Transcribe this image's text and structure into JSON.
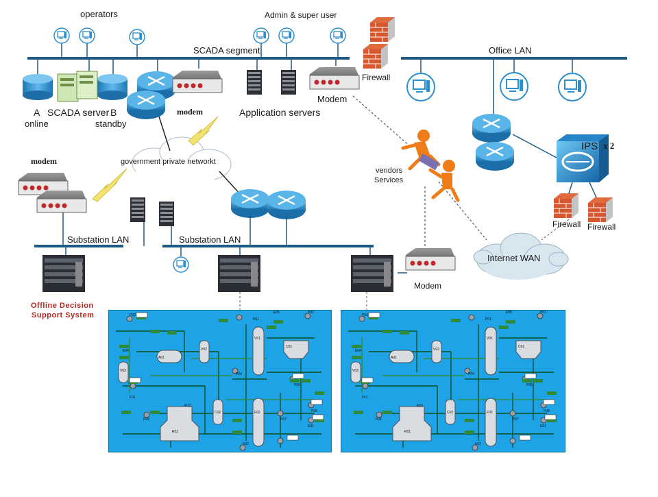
{
  "labels": {
    "operators": "operators",
    "admin_super_user": "Admin & super user",
    "scada_segment": "SCADA segment",
    "office_lan": "Office LAN",
    "firewall_top": "Firewall",
    "server_a": "A",
    "server_online": "online",
    "scada_server": "SCADA server",
    "server_b": "B",
    "server_standby": "standby",
    "modem_mid": "modem",
    "application_servers": "Application servers",
    "modem_top": "Modem",
    "modem_left": "modem",
    "government_network": "government private networkt",
    "vendors": "vendors",
    "services": "Services",
    "ips": "IPS",
    "ips_count": "x 2",
    "firewall_r1": "Firewall",
    "firewall_r2": "Firewall",
    "internet_wan": "Internet WAN",
    "substation_lan_1": "Substation LAN",
    "substation_lan_2": "Substation LAN",
    "modem_bottom": "Modem",
    "offline_line1": "Offline  Decision",
    "offline_line2": "Support System"
  },
  "process_panel": {
    "tags": [
      "A01",
      "V02",
      "V03",
      "V01",
      "C01",
      "F02",
      "C02",
      "R01",
      "F01",
      "P01",
      "P02",
      "P03",
      "P04",
      "P05",
      "P06",
      "P07",
      "P08",
      "E01",
      "E02",
      "E03",
      "E04",
      "E05"
    ]
  },
  "colors": {
    "lan_line": "#1f5a86",
    "device_blue": "#2d8fcb",
    "firewall_red": "#d9572f",
    "panel_blue": "#1ea4e6",
    "label_red": "#b3261e"
  }
}
